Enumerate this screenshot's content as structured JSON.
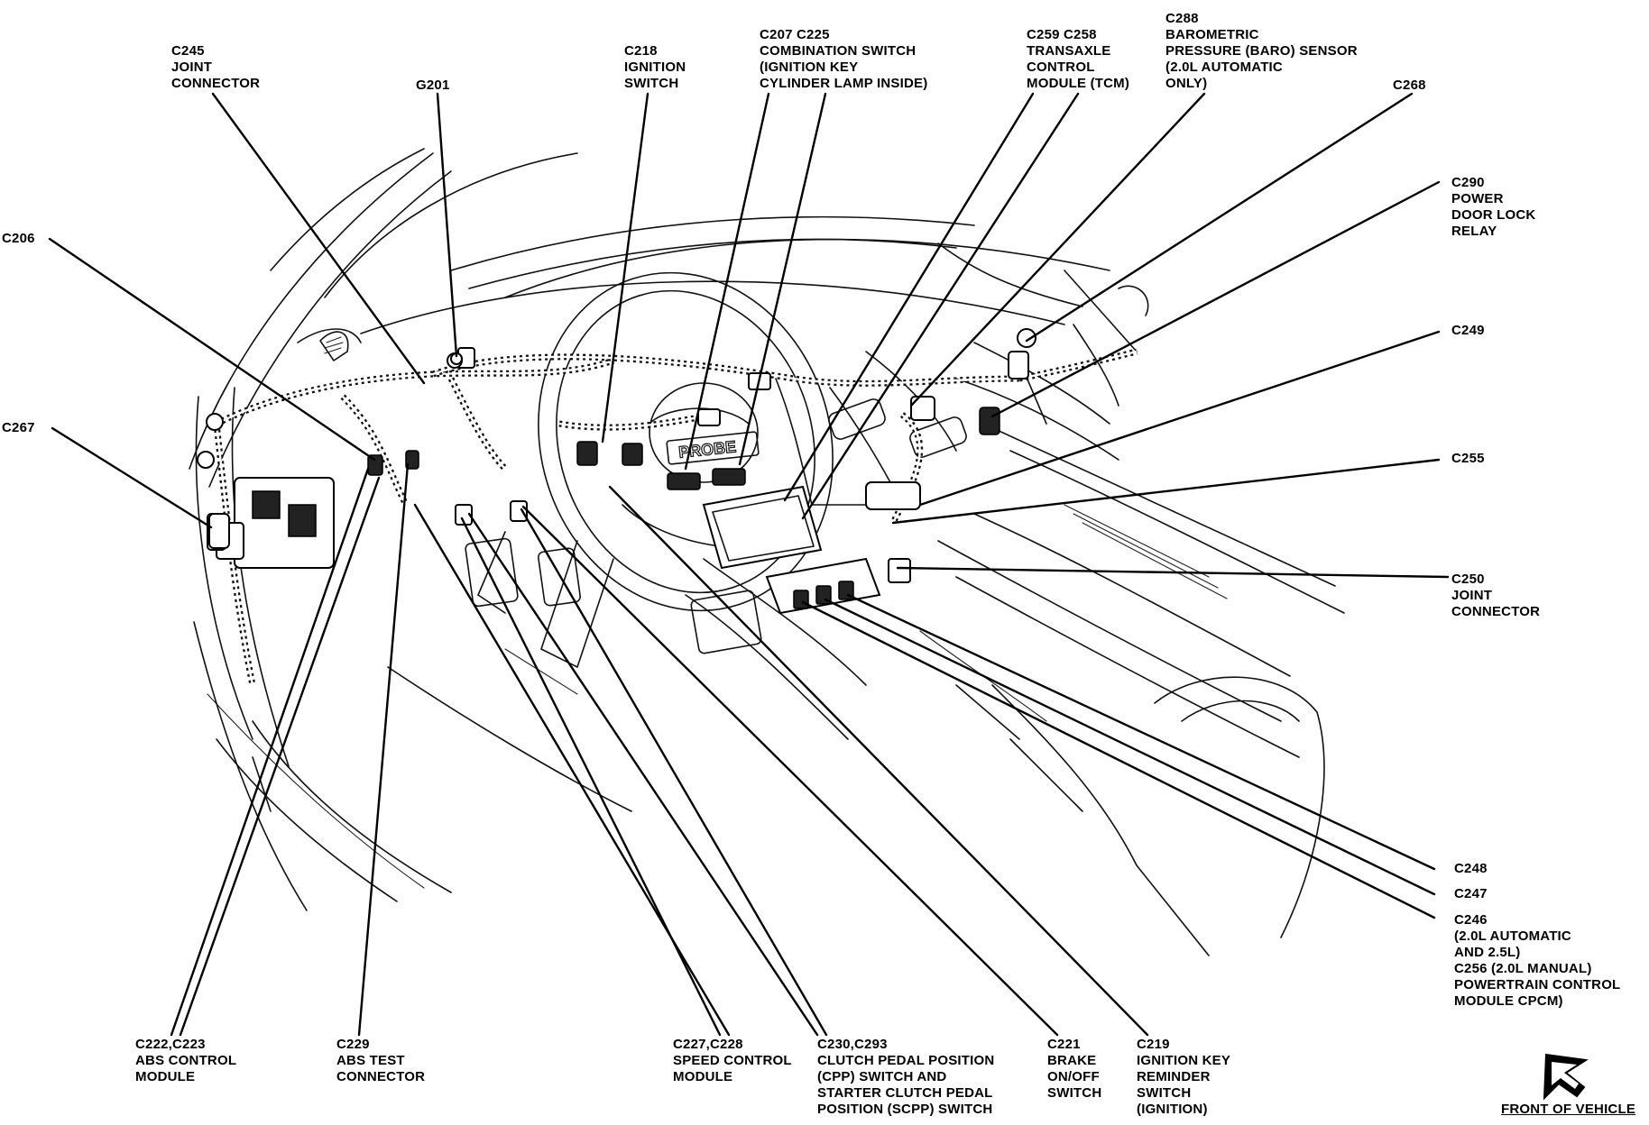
{
  "diagram": {
    "labels": [
      {
        "id": "c245",
        "lines": [
          "C245",
          "JOINT",
          "CONNECTOR"
        ]
      },
      {
        "id": "g201",
        "lines": [
          "G201"
        ]
      },
      {
        "id": "c218",
        "lines": [
          "C218",
          "IGNITION",
          "SWITCH"
        ]
      },
      {
        "id": "c207",
        "lines": [
          "C207   C225",
          "COMBINATION SWITCH",
          "(IGNITION KEY",
          "CYLINDER LAMP INSIDE)"
        ]
      },
      {
        "id": "c259",
        "lines": [
          "C259   C258",
          "TRANSAXLE",
          "CONTROL",
          "MODULE (TCM)"
        ]
      },
      {
        "id": "c288",
        "lines": [
          "C288",
          "BAROMETRIC",
          "PRESSURE (BARO) SENSOR",
          "(2.0L AUTOMATIC",
          "ONLY)"
        ]
      },
      {
        "id": "c268",
        "lines": [
          "C268"
        ]
      },
      {
        "id": "c290",
        "lines": [
          "C290",
          "POWER",
          "DOOR LOCK",
          "RELAY"
        ]
      },
      {
        "id": "c206",
        "lines": [
          "C206"
        ]
      },
      {
        "id": "c249",
        "lines": [
          "C249"
        ]
      },
      {
        "id": "c267",
        "lines": [
          "C267"
        ]
      },
      {
        "id": "c255",
        "lines": [
          "C255"
        ]
      },
      {
        "id": "c250",
        "lines": [
          "C250",
          "JOINT",
          "CONNECTOR"
        ]
      },
      {
        "id": "c248",
        "lines": [
          "C248"
        ]
      },
      {
        "id": "c247",
        "lines": [
          "C247"
        ]
      },
      {
        "id": "c246",
        "lines": [
          "C246",
          "(2.0L AUTOMATIC",
          "AND 2.5L)",
          "C256 (2.0L MANUAL)",
          "POWERTRAIN CONTROL",
          "MODULE CPCM)"
        ]
      },
      {
        "id": "c222",
        "lines": [
          "C222,C223",
          "ABS CONTROL",
          "MODULE"
        ]
      },
      {
        "id": "c229",
        "lines": [
          "C229",
          "ABS TEST",
          "CONNECTOR"
        ]
      },
      {
        "id": "c227",
        "lines": [
          "C227,C228",
          "SPEED CONTROL",
          "MODULE"
        ]
      },
      {
        "id": "c230",
        "lines": [
          "C230,C293",
          "CLUTCH PEDAL POSITION",
          "(CPP) SWITCH AND",
          "STARTER CLUTCH PEDAL",
          "POSITION (SCPP) SWITCH"
        ]
      },
      {
        "id": "c221",
        "lines": [
          "C221",
          "BRAKE",
          "ON/OFF",
          "SWITCH"
        ]
      },
      {
        "id": "c219",
        "lines": [
          "C219",
          "IGNITION KEY",
          "REMINDER",
          "SWITCH",
          "(IGNITION)"
        ]
      },
      {
        "id": "front",
        "lines": [
          "FRONT OF VEHICLE"
        ]
      }
    ],
    "dash_emblem": "PROBE",
    "front_arrow_icon": "front-of-vehicle-arrow-icon"
  }
}
